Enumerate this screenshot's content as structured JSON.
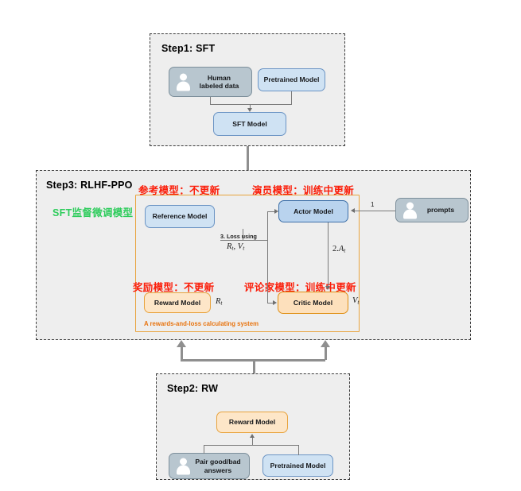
{
  "diagram": {
    "title": "RLHF three-step training pipeline (InstructGPT / PPO)",
    "steps": [
      {
        "id": "step1",
        "title": "Step1: SFT",
        "nodes": [
          {
            "name": "human-labeled-data",
            "label": "Human\nlabeled data",
            "style": "grey",
            "icon": "person-icon"
          },
          {
            "name": "pretrained-model",
            "label": "Pretrained Model",
            "style": "blue"
          },
          {
            "name": "sft-model",
            "label": "SFT Model",
            "style": "blue"
          }
        ]
      },
      {
        "id": "step3",
        "title": "Step3: RLHF-PPO",
        "nodes": [
          {
            "name": "reference-model",
            "label": "Reference Model",
            "style": "blue"
          },
          {
            "name": "actor-model",
            "label": "Actor Model",
            "style": "blue-strong"
          },
          {
            "name": "prompts",
            "label": "prompts",
            "style": "grey",
            "icon": "person-icon"
          },
          {
            "name": "reward-model",
            "label": "Reward Model",
            "style": "orange"
          },
          {
            "name": "critic-model",
            "label": "Critic Model",
            "style": "orange-strong"
          }
        ],
        "system_caption": "A rewards-and-loss calculating system",
        "annotations_cn": [
          {
            "name": "ref-model-note",
            "text": "参考模型：不更新",
            "color": "#fb1e0a"
          },
          {
            "name": "actor-model-note",
            "text": "演员模型：训练中更新",
            "color": "#fb1e0a"
          },
          {
            "name": "reward-model-note",
            "text": "奖励模型：不更新",
            "color": "#fb1e0a"
          },
          {
            "name": "critic-model-note",
            "text": "评论家模型：训练中更新",
            "color": "#fb1e0a"
          },
          {
            "name": "sft-note",
            "text": "SFT监督微调模型",
            "color": "#2ecc5c"
          }
        ],
        "edge_labels": [
          {
            "name": "edge-label-1",
            "text": "1"
          },
          {
            "name": "edge-label-2",
            "text": "2."
          },
          {
            "name": "edge-label-2-math",
            "text": "A",
            "sub": "t"
          },
          {
            "name": "edge-label-3",
            "text": "3. Loss using"
          },
          {
            "name": "edge-label-3-math-r",
            "text": "R",
            "sub": "t"
          },
          {
            "name": "edge-label-3-math-v",
            "text": "V",
            "sub": "t"
          }
        ],
        "outputs": [
          {
            "name": "reward-output",
            "text": "R",
            "sub": "t"
          },
          {
            "name": "value-output",
            "text": "V",
            "sub": "t"
          }
        ]
      },
      {
        "id": "step2",
        "title": "Step2: RW",
        "nodes": [
          {
            "name": "reward-model-step2",
            "label": "Reward Model",
            "style": "orange"
          },
          {
            "name": "pair-answers",
            "label": "Pair good/bad\nanswers",
            "style": "grey",
            "icon": "person-icon"
          },
          {
            "name": "pretrained-model-step2",
            "label": "Pretrained Model",
            "style": "blue"
          }
        ]
      }
    ]
  },
  "colors": {
    "blue_fill": "#cfe2f3",
    "blue_border": "#6b94c4",
    "blue_strong_border": "#3d6fa8",
    "grey_fill": "#b8c6cf",
    "orange_fill": "#fde6c8",
    "orange_border": "#e8a33d",
    "panel_fill": "#eeeeee",
    "annotation_red": "#fb1e0a",
    "annotation_green": "#2ecc5c",
    "system_caption": "#e8740f"
  }
}
